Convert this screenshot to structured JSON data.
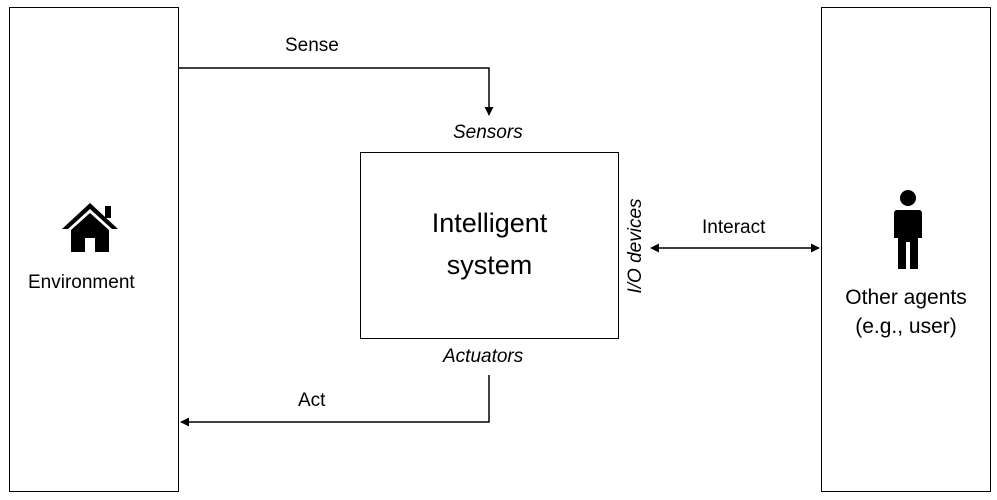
{
  "environment": {
    "label": "Environment",
    "icon": "house-icon"
  },
  "other_agents": {
    "label_line1": "Other agents",
    "label_line2": "(e.g., user)",
    "icon": "person-icon"
  },
  "system": {
    "label_line1": "Intelligent",
    "label_line2": "system"
  },
  "ports": {
    "sensors": "Sensors",
    "actuators": "Actuators",
    "io_devices": "I/O devices"
  },
  "edges": {
    "sense": "Sense",
    "act": "Act",
    "interact": "Interact"
  }
}
